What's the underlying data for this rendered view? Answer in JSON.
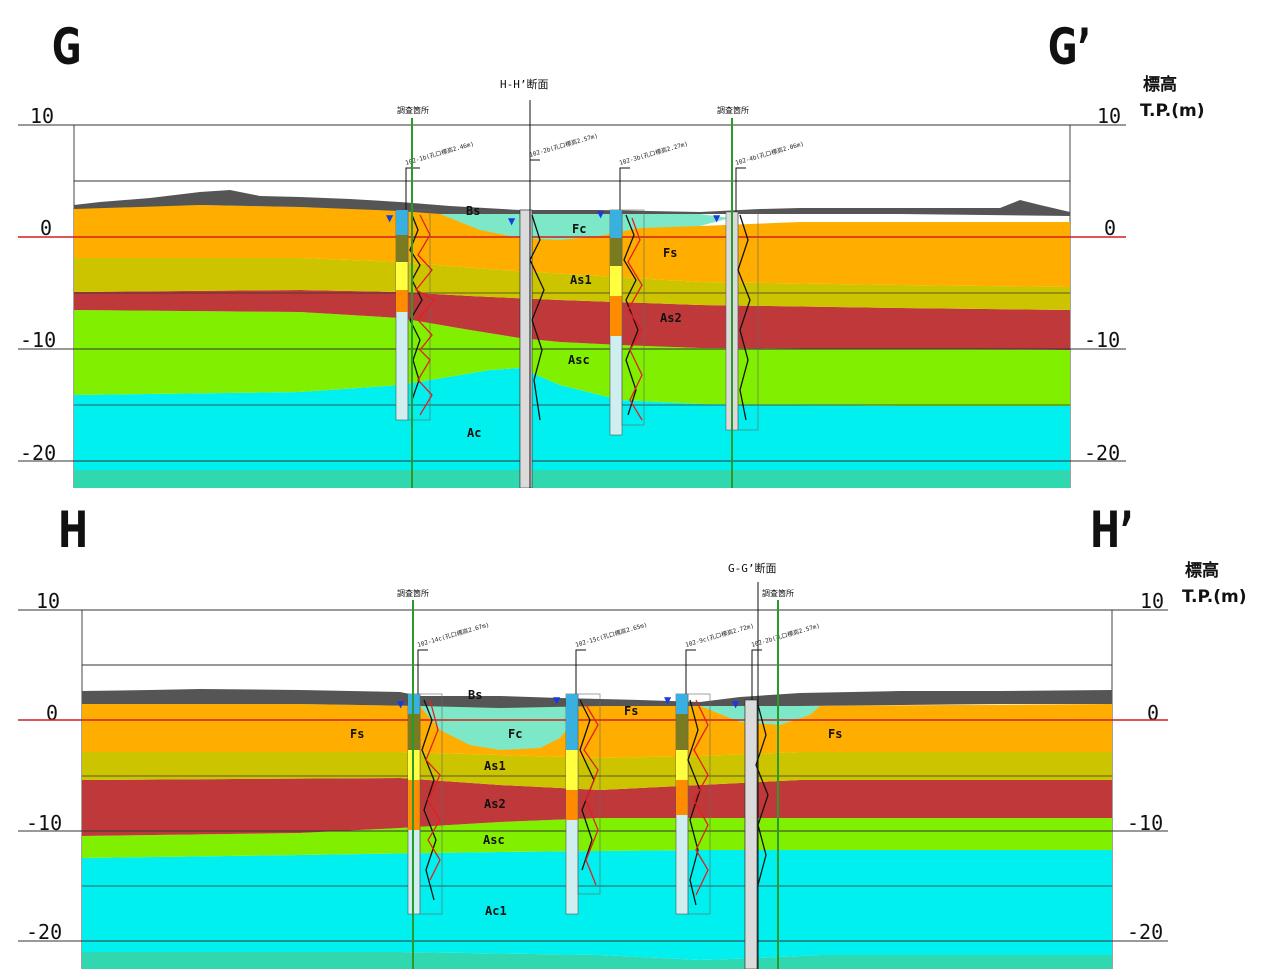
{
  "sections": [
    {
      "id": "gg",
      "label_left": "G",
      "label_right": "G’",
      "cross_label": "H-H’断面",
      "elev_title": "標高",
      "elev_unit": "T.P.(m)",
      "ticks": [
        10,
        0,
        -10,
        -20
      ],
      "strata_labels": [
        "Bs",
        "Fc",
        "Fs",
        "As1",
        "As2",
        "Asc",
        "Ac"
      ],
      "marker_text": "調査箇所"
    },
    {
      "id": "hh",
      "label_left": "H",
      "label_right": "H’",
      "cross_label": "G-G’断面",
      "elev_title": "標高",
      "elev_unit": "T.P.(m)",
      "ticks": [
        10,
        0,
        -10,
        -20
      ],
      "strata_labels": [
        "Bs",
        "Fs",
        "Fc",
        "Fs",
        "Fs",
        "As1",
        "As2",
        "Asc",
        "Ac1"
      ],
      "marker_text": "調査箇所"
    }
  ],
  "colors": {
    "Bs": "#555555",
    "Fc": "#7de8c8",
    "Fs": "#ffae00",
    "As1": "#cdc400",
    "As2": "#c0393a",
    "Asc": "#80f000",
    "Ac": "#00f0f0",
    "deep": "#30d8b0",
    "grid": "#333333",
    "sea_level": "#d02020",
    "marker": "#2a9a2a"
  }
}
